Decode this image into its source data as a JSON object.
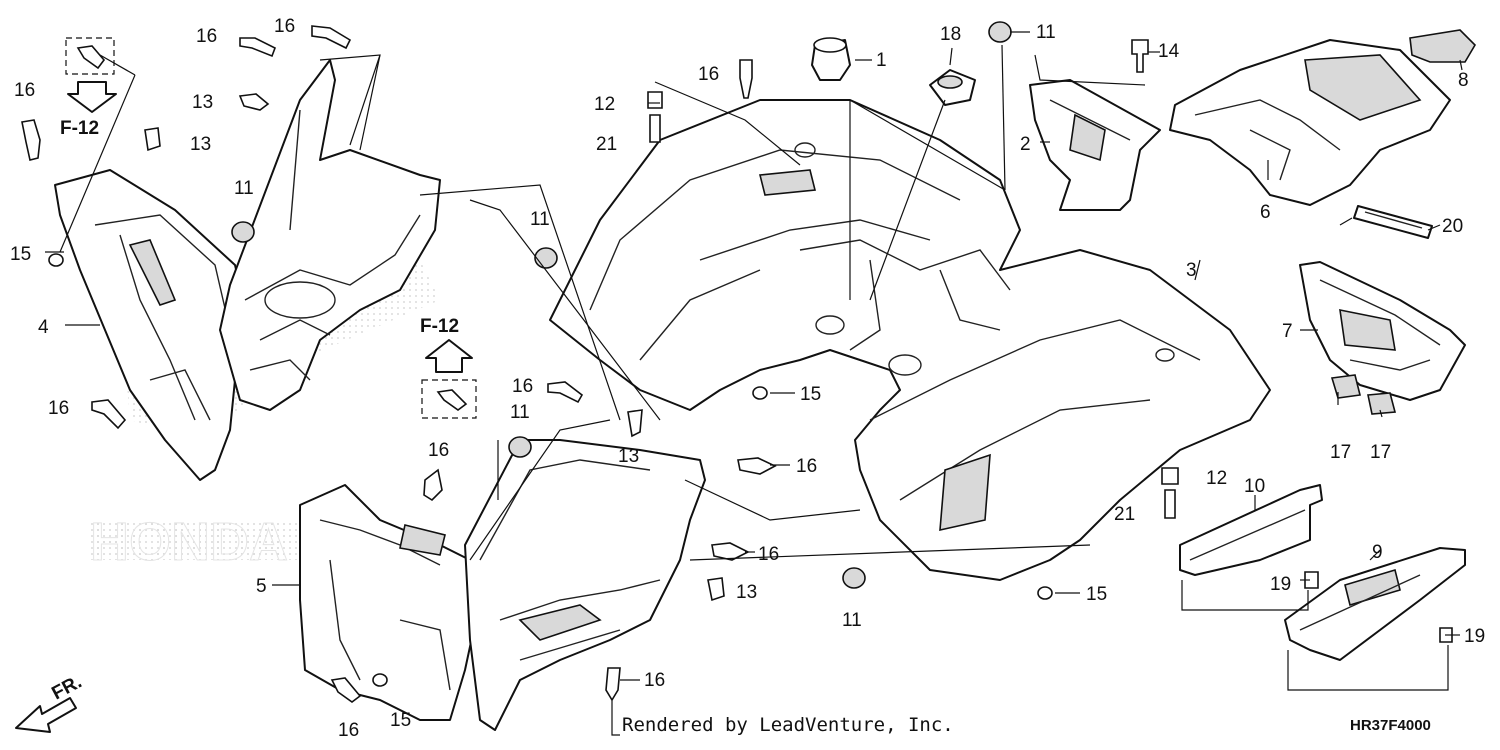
{
  "reference_labels": [
    "F-12",
    "F-12"
  ],
  "credit": "Rendered by LeadVenture, Inc.",
  "diagram_code": "HR37F4000",
  "direction_label": "FR.",
  "watermark": "HONDA",
  "callouts": {
    "c1": "1",
    "c2": "2",
    "c3": "3",
    "c4": "4",
    "c5": "5",
    "c6": "6",
    "c7": "7",
    "c8": "8",
    "c9": "9",
    "c10": "10",
    "c11": "11",
    "c12": "12",
    "c13": "13",
    "c14": "14",
    "c15": "15",
    "c16": "16",
    "c17": "17",
    "c18": "18",
    "c19": "19",
    "c20": "20",
    "c21": "21"
  }
}
